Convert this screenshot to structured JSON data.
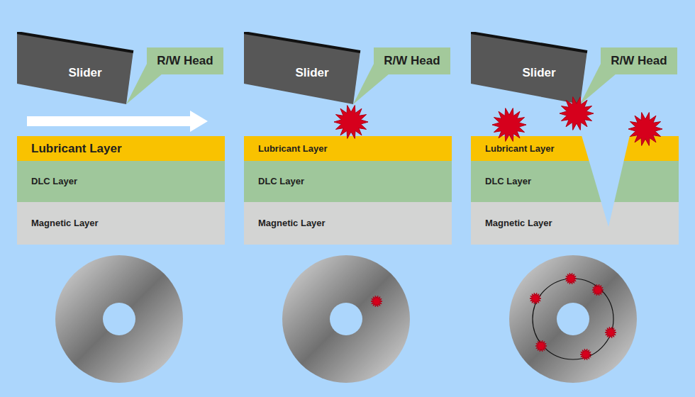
{
  "diagram": {
    "nodes": [
      {
        "text": [
          "Slider"
        ]
      },
      {
        "text": [
          "R/W Head"
        ]
      },
      {
        "text": [
          "Lubricant Layer"
        ]
      },
      {
        "text": [
          "DLC Layer"
        ]
      },
      {
        "text": [
          "Magnetic Layer"
        ]
      },
      {
        "text": [
          "Slider"
        ]
      },
      {
        "text": [
          "R/W Head"
        ]
      },
      {
        "text": [
          "Lubricant Layer"
        ]
      },
      {
        "text": [
          "DLC Layer"
        ]
      },
      {
        "text": [
          "Magnetic Layer"
        ]
      },
      {
        "text": [
          "Slider"
        ]
      },
      {
        "text": [
          "R/W Head"
        ]
      },
      {
        "text": [
          "Lubricant Layer"
        ]
      },
      {
        "text": [
          "DLC Layer"
        ]
      },
      {
        "text": [
          "Magnetic Layer"
        ]
      }
    ]
  }
}
